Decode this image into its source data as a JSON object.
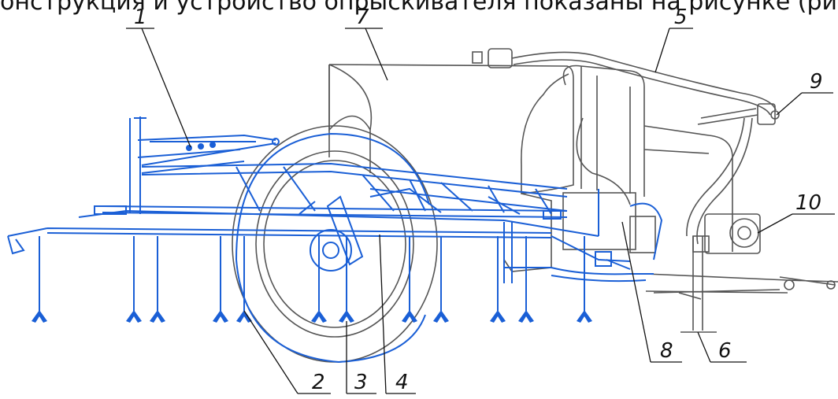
{
  "caption": "онструкция и устройство опрыскивателя показаны на рисунке (рис",
  "colors": {
    "boom": "#1a5fd6",
    "machine": "#555555",
    "callout": "#111111"
  },
  "callouts": [
    {
      "id": "1",
      "label": "1"
    },
    {
      "id": "2",
      "label": "2"
    },
    {
      "id": "3",
      "label": "3"
    },
    {
      "id": "4",
      "label": "4"
    },
    {
      "id": "5",
      "label": "5"
    },
    {
      "id": "6",
      "label": "6"
    },
    {
      "id": "7",
      "label": "7"
    },
    {
      "id": "8",
      "label": "8"
    },
    {
      "id": "9",
      "label": "9"
    },
    {
      "id": "10",
      "label": "10"
    }
  ]
}
